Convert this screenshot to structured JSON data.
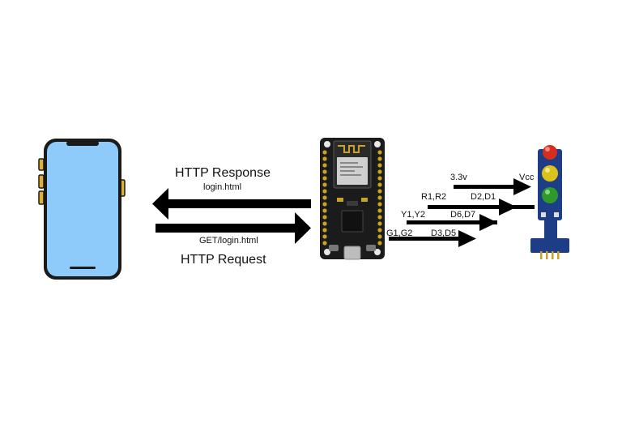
{
  "colors": {
    "phone_screen": "#8ECBFA",
    "phone_frame": "#1A1A1A",
    "arrow": "#000000",
    "board_pcb": "#1B1B1B",
    "wifi_module": "#2A2A2A",
    "pin_gold": "#C9A227",
    "led_red": "#D72D1E",
    "led_yellow": "#D9C21A",
    "led_green": "#2E9A2A",
    "traffic_pcb": "#1D3E86"
  },
  "icons": {
    "phone": "smartphone-icon",
    "board": "esp8266-nodemcu-board",
    "traffic_light": "traffic-light-led-module"
  },
  "labels": {
    "http_response": "HTTP Response",
    "response_file": "login.html",
    "request_path": "GET/login.html",
    "http_request": "HTTP Request"
  },
  "pins": {
    "vcc_left": "3.3v",
    "vcc_right": "Vcc",
    "red_left": "R1,R2",
    "red_right": "D2,D1",
    "yellow_left": "Y1,Y2",
    "yellow_right": "D6,D7",
    "green_left": "G1,G2",
    "green_right": "D3,D5"
  }
}
